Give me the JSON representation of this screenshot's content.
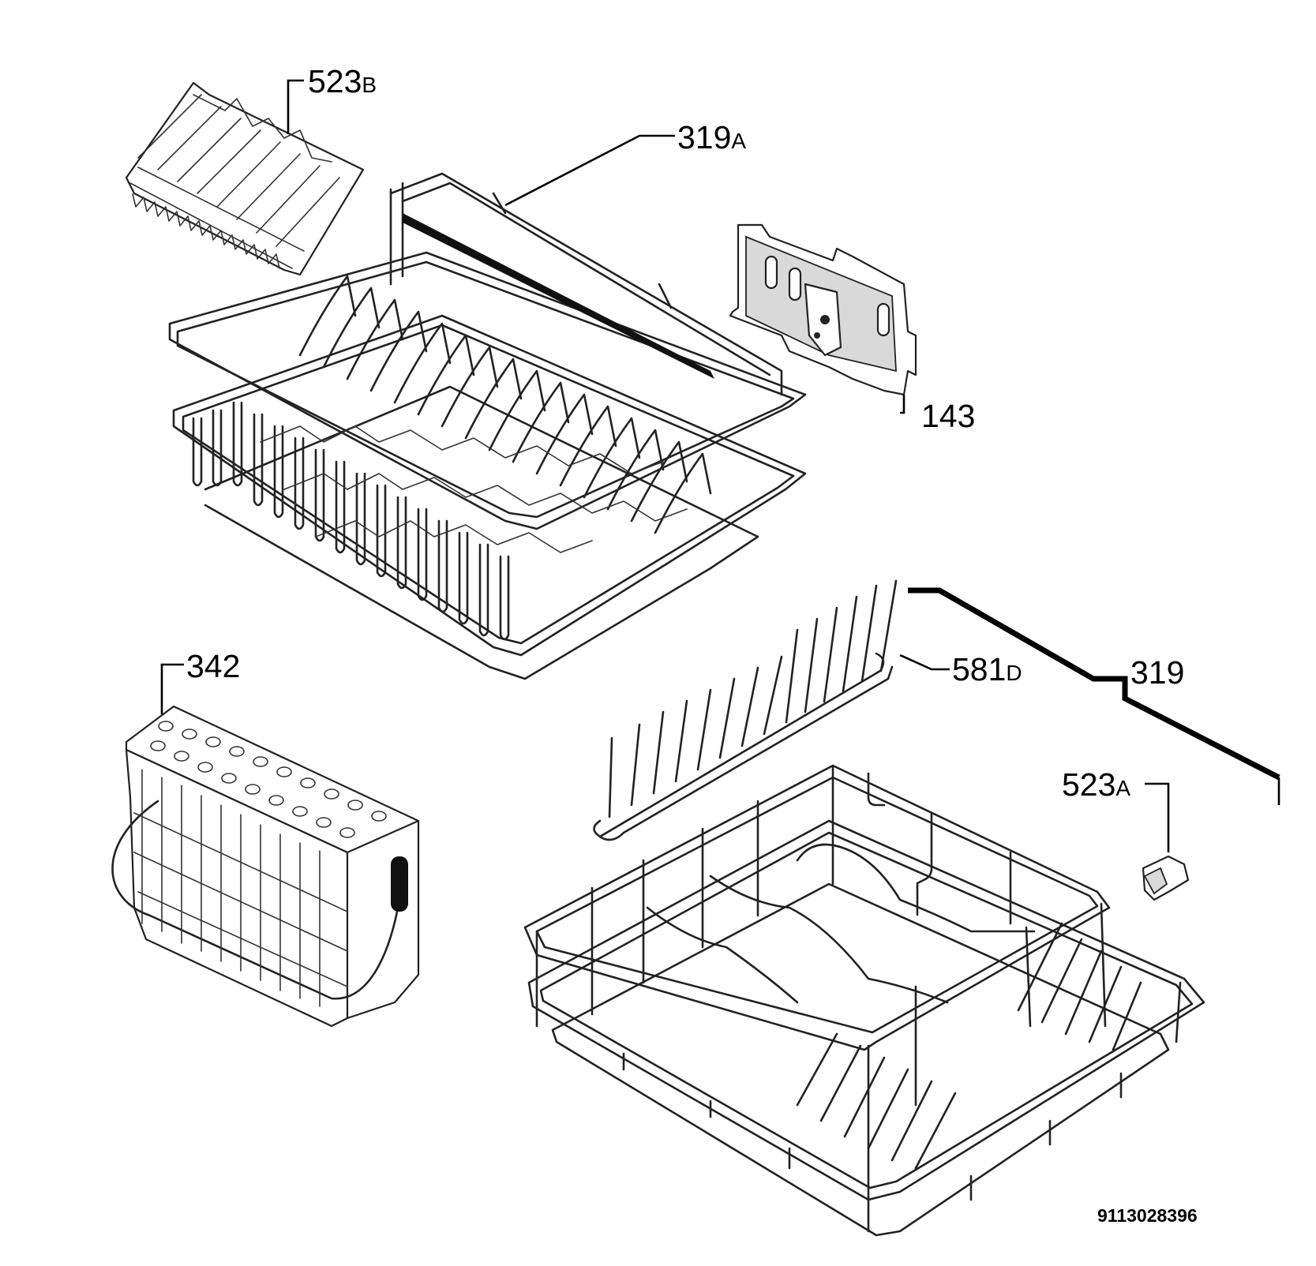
{
  "callouts": {
    "c523b": {
      "number": "523",
      "suffix": "B"
    },
    "c319a": {
      "number": "319",
      "suffix": "A"
    },
    "c143": {
      "number": "143",
      "suffix": ""
    },
    "c342": {
      "number": "342",
      "suffix": ""
    },
    "c581d": {
      "number": "581",
      "suffix": "D"
    },
    "c319": {
      "number": "319",
      "suffix": ""
    },
    "c523a": {
      "number": "523",
      "suffix": "A"
    }
  },
  "diagram_id": "9113028396"
}
